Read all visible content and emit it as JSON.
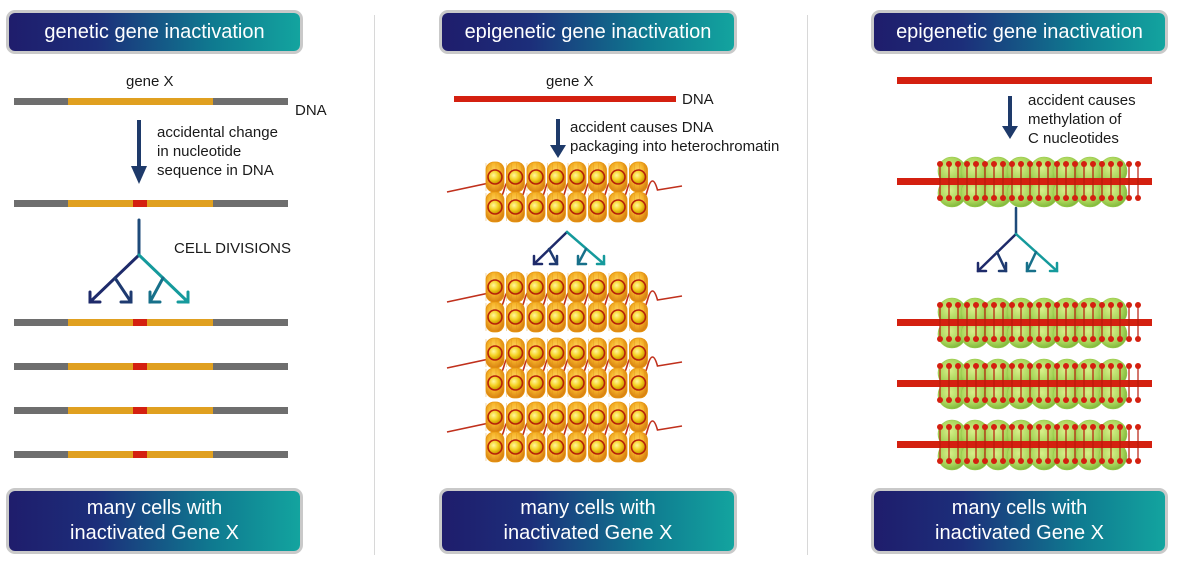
{
  "panels": [
    {
      "header": "genetic gene inactivation",
      "gene_label": "gene X",
      "dna_label": "DNA",
      "step_label": [
        "accidental change",
        "in nucleotide",
        "sequence in DNA"
      ],
      "divisions_label": "CELL DIVISIONS",
      "footer": [
        "many cells with",
        "inactivated Gene X"
      ]
    },
    {
      "header": "epigenetic gene inactivation",
      "gene_label": "gene X",
      "dna_label": "DNA",
      "step_label": [
        "accident causes DNA",
        "packaging into heterochromatin"
      ],
      "footer": [
        "many cells with",
        "inactivated Gene X"
      ]
    },
    {
      "header": "epigenetic gene inactivation",
      "step_label": [
        "accident causes",
        "methylation of",
        "C nucleotides"
      ],
      "footer": [
        "many cells with",
        "inactivated Gene X"
      ]
    }
  ],
  "colors": {
    "dna_gray": "#6e6e6e",
    "gene_orange": "#e0a020",
    "mutation_red": "#d42010",
    "dna_red": "#d42010",
    "arrow_navy": "#1e2a6a",
    "arrow_teal": "#159a9c",
    "nucleosome_orange": "#f2a51f",
    "methyl_green": "#a9d55a"
  }
}
